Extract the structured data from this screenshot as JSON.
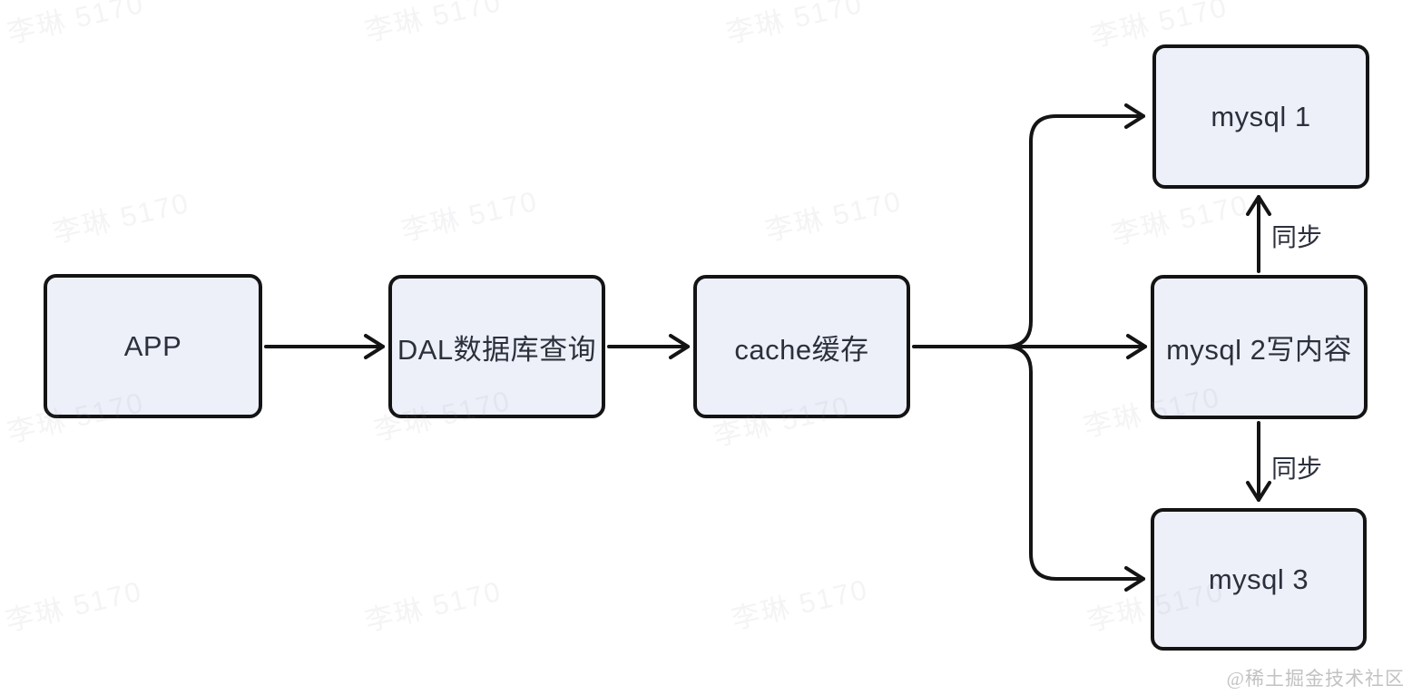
{
  "diagram": {
    "nodes": [
      {
        "id": "app",
        "label": "APP"
      },
      {
        "id": "dal",
        "label": "DAL数据库查询"
      },
      {
        "id": "cache",
        "label": "cache缓存"
      },
      {
        "id": "mysql1",
        "label": "mysql 1"
      },
      {
        "id": "mysql2",
        "label": "mysql 2写内容"
      },
      {
        "id": "mysql3",
        "label": "mysql 3"
      }
    ],
    "edges": [
      {
        "from": "APP",
        "to": "DAL数据库查询",
        "label": ""
      },
      {
        "from": "DAL数据库查询",
        "to": "cache缓存",
        "label": ""
      },
      {
        "from": "cache缓存",
        "to": "mysql 1",
        "label": ""
      },
      {
        "from": "cache缓存",
        "to": "mysql 2写内容",
        "label": ""
      },
      {
        "from": "cache缓存",
        "to": "mysql 3",
        "label": ""
      },
      {
        "from": "mysql 2写内容",
        "to": "mysql 1",
        "label": "同步"
      },
      {
        "from": "mysql 2写内容",
        "to": "mysql 3",
        "label": "同步"
      }
    ]
  },
  "watermark": {
    "text": "李琳 5170"
  },
  "footer": {
    "credit": "@稀土掘金技术社区"
  },
  "colors": {
    "node_fill": "#edf0f8",
    "node_border": "#141414",
    "node_text": "#2b303c",
    "arrow": "#141414",
    "watermark": "rgba(130,130,150,0.09)",
    "credit": "#c2c2c2"
  }
}
